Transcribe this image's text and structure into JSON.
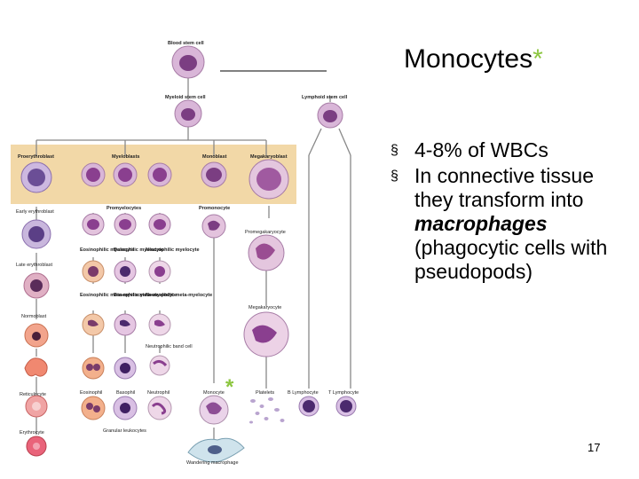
{
  "slide": {
    "title": "Monocytes",
    "title_star": "*",
    "bullets": [
      {
        "marker": "§",
        "text": "4-8% of WBCs"
      },
      {
        "marker": "§",
        "text_before": "In connective tissue they transform into ",
        "emphasis": "macrophages",
        "text_after": " (phagocytic cells with pseudopods)"
      }
    ],
    "page_number": "17",
    "accent_color": "#8cc63f"
  },
  "diagram": {
    "highlight_color": "#f2d8a7",
    "labels": {
      "blood_stem_cell": "Blood stem cell",
      "myeloid_stem_cell": "Myeloid stem cell",
      "lymphoid_stem_cell": "Lymphoid stem cell",
      "proerythroblast": "Proerythroblast",
      "myeloblasts": "Myeloblasts",
      "monoblast": "Monoblast",
      "megakaryoblast": "Megakaryoblast",
      "early_erythroblast": "Early erythroblast",
      "promyelocytes": "Promyelocytes",
      "promonocyte": "Promonocyte",
      "promegakaryocyte": "Promegakaryocyte",
      "eosinophilic_myelocyte": "Eosinophilic myelocyte",
      "basophilic_myelocyte": "Basophilic myelocyte",
      "neutrophilic_myelocyte": "Neutrophilic myelocyte",
      "late_erythroblast": "Late erythroblast",
      "eosinophilic_metamyelocyte": "Eosinophilic meta-myelocyte",
      "basophilic_metamyelocyte": "Basophilic meta-myelocyte",
      "neutrophilic_metamyelocyte": "Neutrophilic meta-myelocyte",
      "normoblast": "Normoblast",
      "megakaryocyte": "Megakaryocyte",
      "neutrophilic_band_cell": "Neutrophilic band cell",
      "reticulocyte": "Reticulocyte",
      "eosinophil": "Eosinophil",
      "basophil": "Basophil",
      "neutrophil": "Neutrophil",
      "monocyte": "Monocyte",
      "platelets": "Platelets",
      "b_lymphocyte": "B Lymphocyte",
      "t_lymphocyte": "T Lymphocyte",
      "erythrocyte": "Erythrocyte",
      "granular_leukocytes": "Granular leukocytes",
      "wandering_macrophage": "Wandering macrophage"
    },
    "monocyte_marker": "*"
  }
}
